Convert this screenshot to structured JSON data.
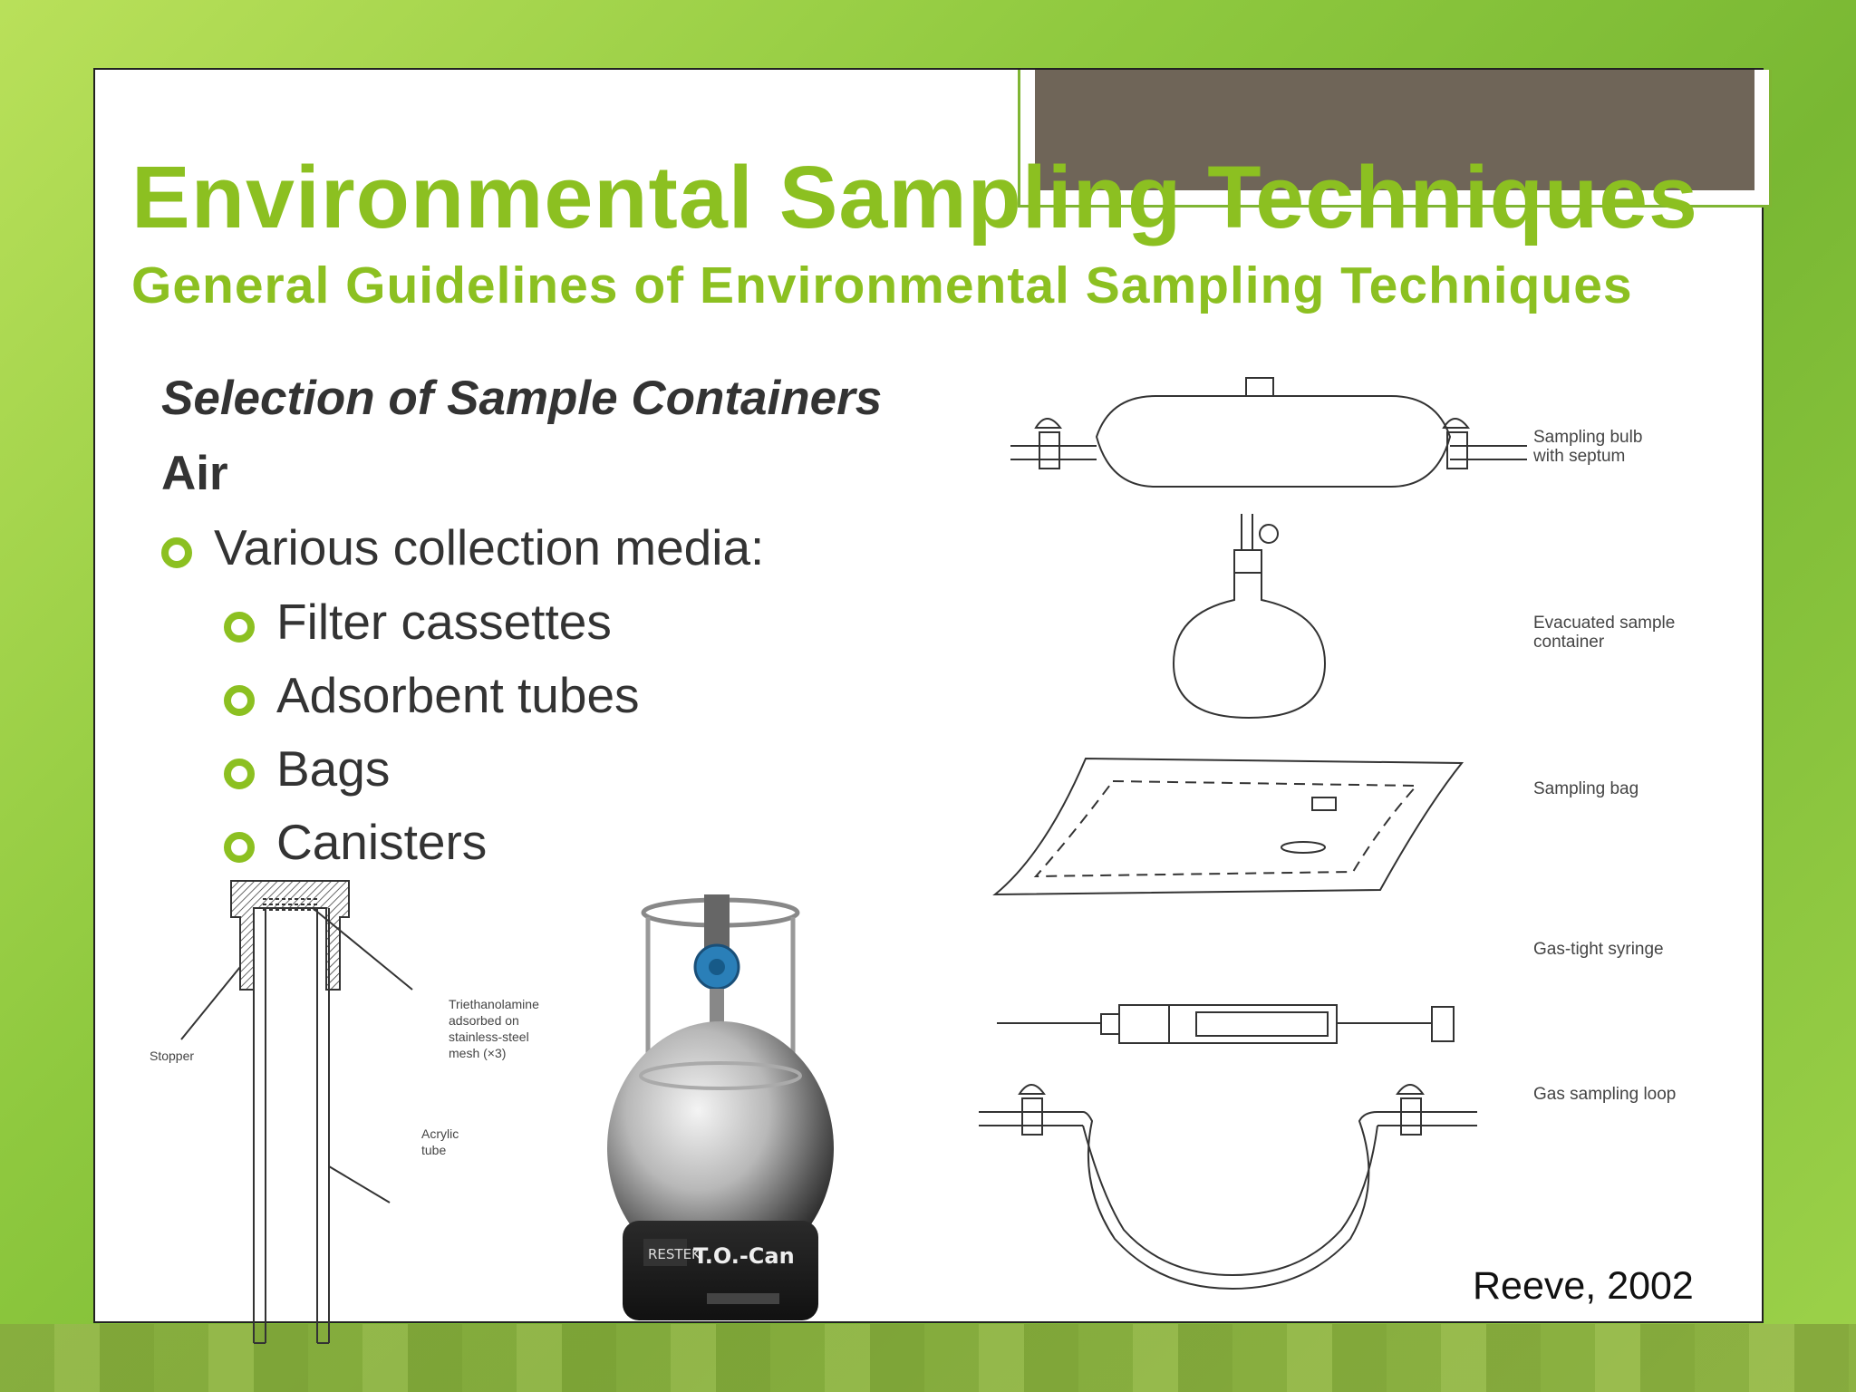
{
  "title": "Environmental Sampling Techniques",
  "subtitle": "General Guidelines of Environmental Sampling Techniques",
  "heading": "Selection of Sample Containers",
  "category": "Air",
  "bullet_main": "Various collection media:",
  "sub_bullets": [
    "Filter cassettes",
    "Adsorbent tubes",
    "Bags",
    "Canisters"
  ],
  "figure_labels": {
    "bulb": "Sampling bulb\nwith septum",
    "evacuated": "Evacuated sample\ncontainer",
    "bag": "Sampling bag",
    "syringe": "Gas-tight syringe",
    "loop": "Gas sampling loop"
  },
  "tube_labels": {
    "triethanolamine": "Triethanolamine\nadsorbed on\nstainless-steel\nmesh (×3)",
    "stopper": "Stopper",
    "acrylic": "Acrylic\ntube"
  },
  "canister_labels": {
    "brand": "RESTEK",
    "model": "T.O.-Can"
  },
  "citation": "Reeve, 2002"
}
